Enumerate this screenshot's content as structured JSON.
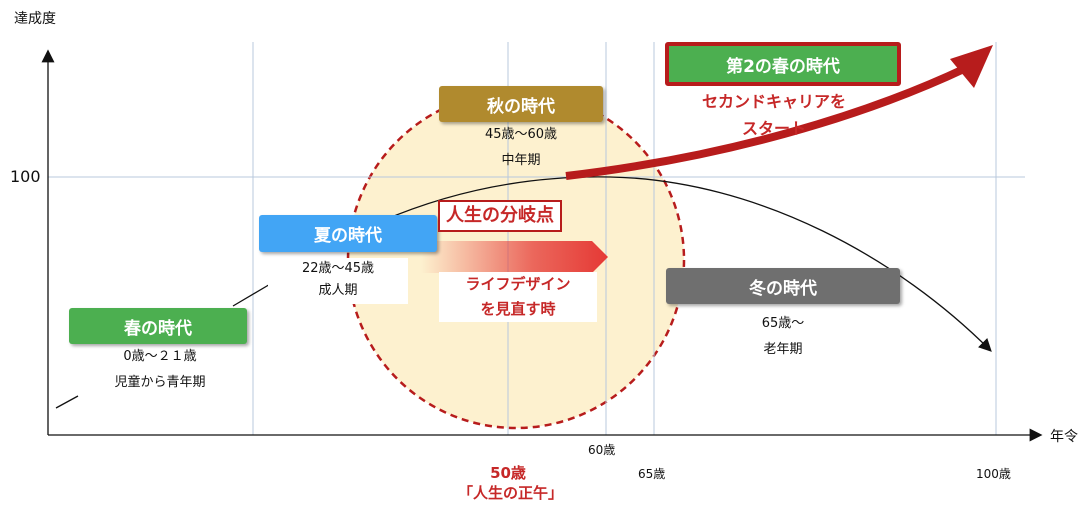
{
  "axes": {
    "y_label": "達成度",
    "x_label": "年令",
    "y_tick_100": "100",
    "x_tick_60": "60歳",
    "x_tick_65": "65歳",
    "x_tick_100": "100歳"
  },
  "phases": {
    "spring": {
      "title": "春の時代",
      "ages": "0歳～２１歳",
      "stage": "児童から青年期",
      "color": "#4caf50"
    },
    "summer": {
      "title": "夏の時代",
      "ages": "22歳～45歳",
      "stage": "成人期",
      "color": "#42a5f5"
    },
    "autumn": {
      "title": "秋の時代",
      "ages": "45歳～60歳",
      "stage": "中年期",
      "color": "#b08a2e"
    },
    "winter": {
      "title": "冬の時代",
      "ages": "65歳～",
      "stage": "老年期",
      "color": "#6f6f6f"
    },
    "second_spring": {
      "title": "第2の春の時代",
      "color": "#4caf50",
      "border": "#b71c1c"
    }
  },
  "turning_point": {
    "title": "人生の分岐点",
    "life_design_line1": "ライフデザイン",
    "life_design_line2": "を見直す時",
    "age_label": "50歳",
    "age_caption": "「人生の正午」"
  },
  "second_career": {
    "line1": "セカンドキャリアを",
    "line2": "スタート"
  },
  "colors": {
    "accent_red": "#c62828",
    "circle_fill": "#fdf1cf",
    "grid": "#b8c8dc"
  }
}
